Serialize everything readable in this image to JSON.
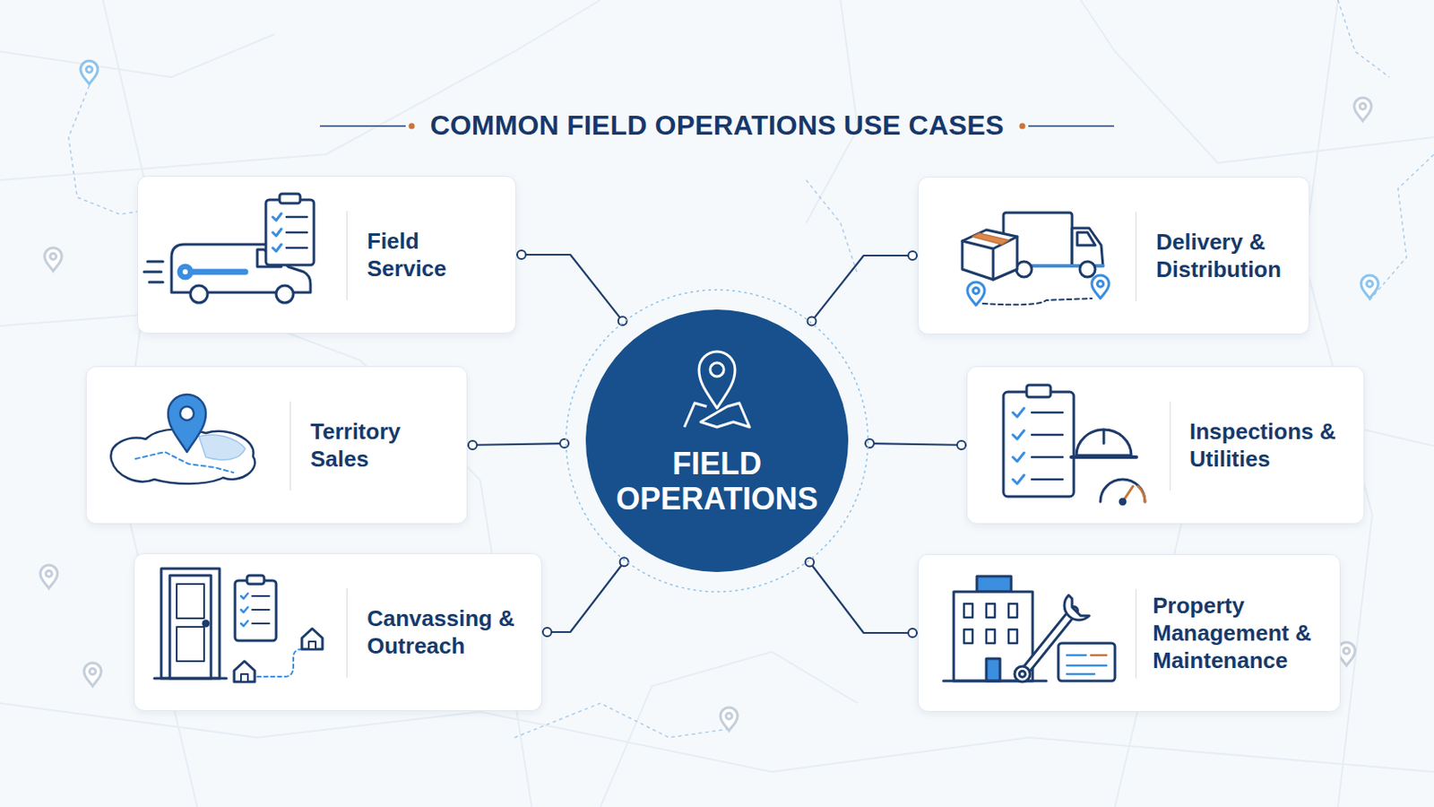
{
  "diagram": {
    "title": "COMMON FIELD OPERATIONS USE CASES",
    "nodes": [
      {
        "text": [
          "Field Service"
        ]
      },
      {
        "text": [
          "Delivery & Distribution"
        ]
      },
      {
        "text": [
          "Territory Sales"
        ]
      },
      {
        "text": [
          "FIELD OPERATIONS"
        ]
      },
      {
        "text": [
          "Inspections & Utilities"
        ]
      },
      {
        "text": [
          "Canvassing & Outreach"
        ]
      },
      {
        "text": [
          "Property Management & Maintenance"
        ]
      }
    ],
    "edges": [
      {
        "from": 0,
        "to": 3,
        "arrow": "none"
      },
      {
        "from": 1,
        "to": 3,
        "arrow": "none"
      },
      {
        "from": 2,
        "to": 3,
        "arrow": "none"
      },
      {
        "from": 4,
        "to": 3,
        "arrow": "none"
      },
      {
        "from": 5,
        "to": 3,
        "arrow": "none"
      },
      {
        "from": 6,
        "to": 3,
        "arrow": "none"
      }
    ]
  }
}
